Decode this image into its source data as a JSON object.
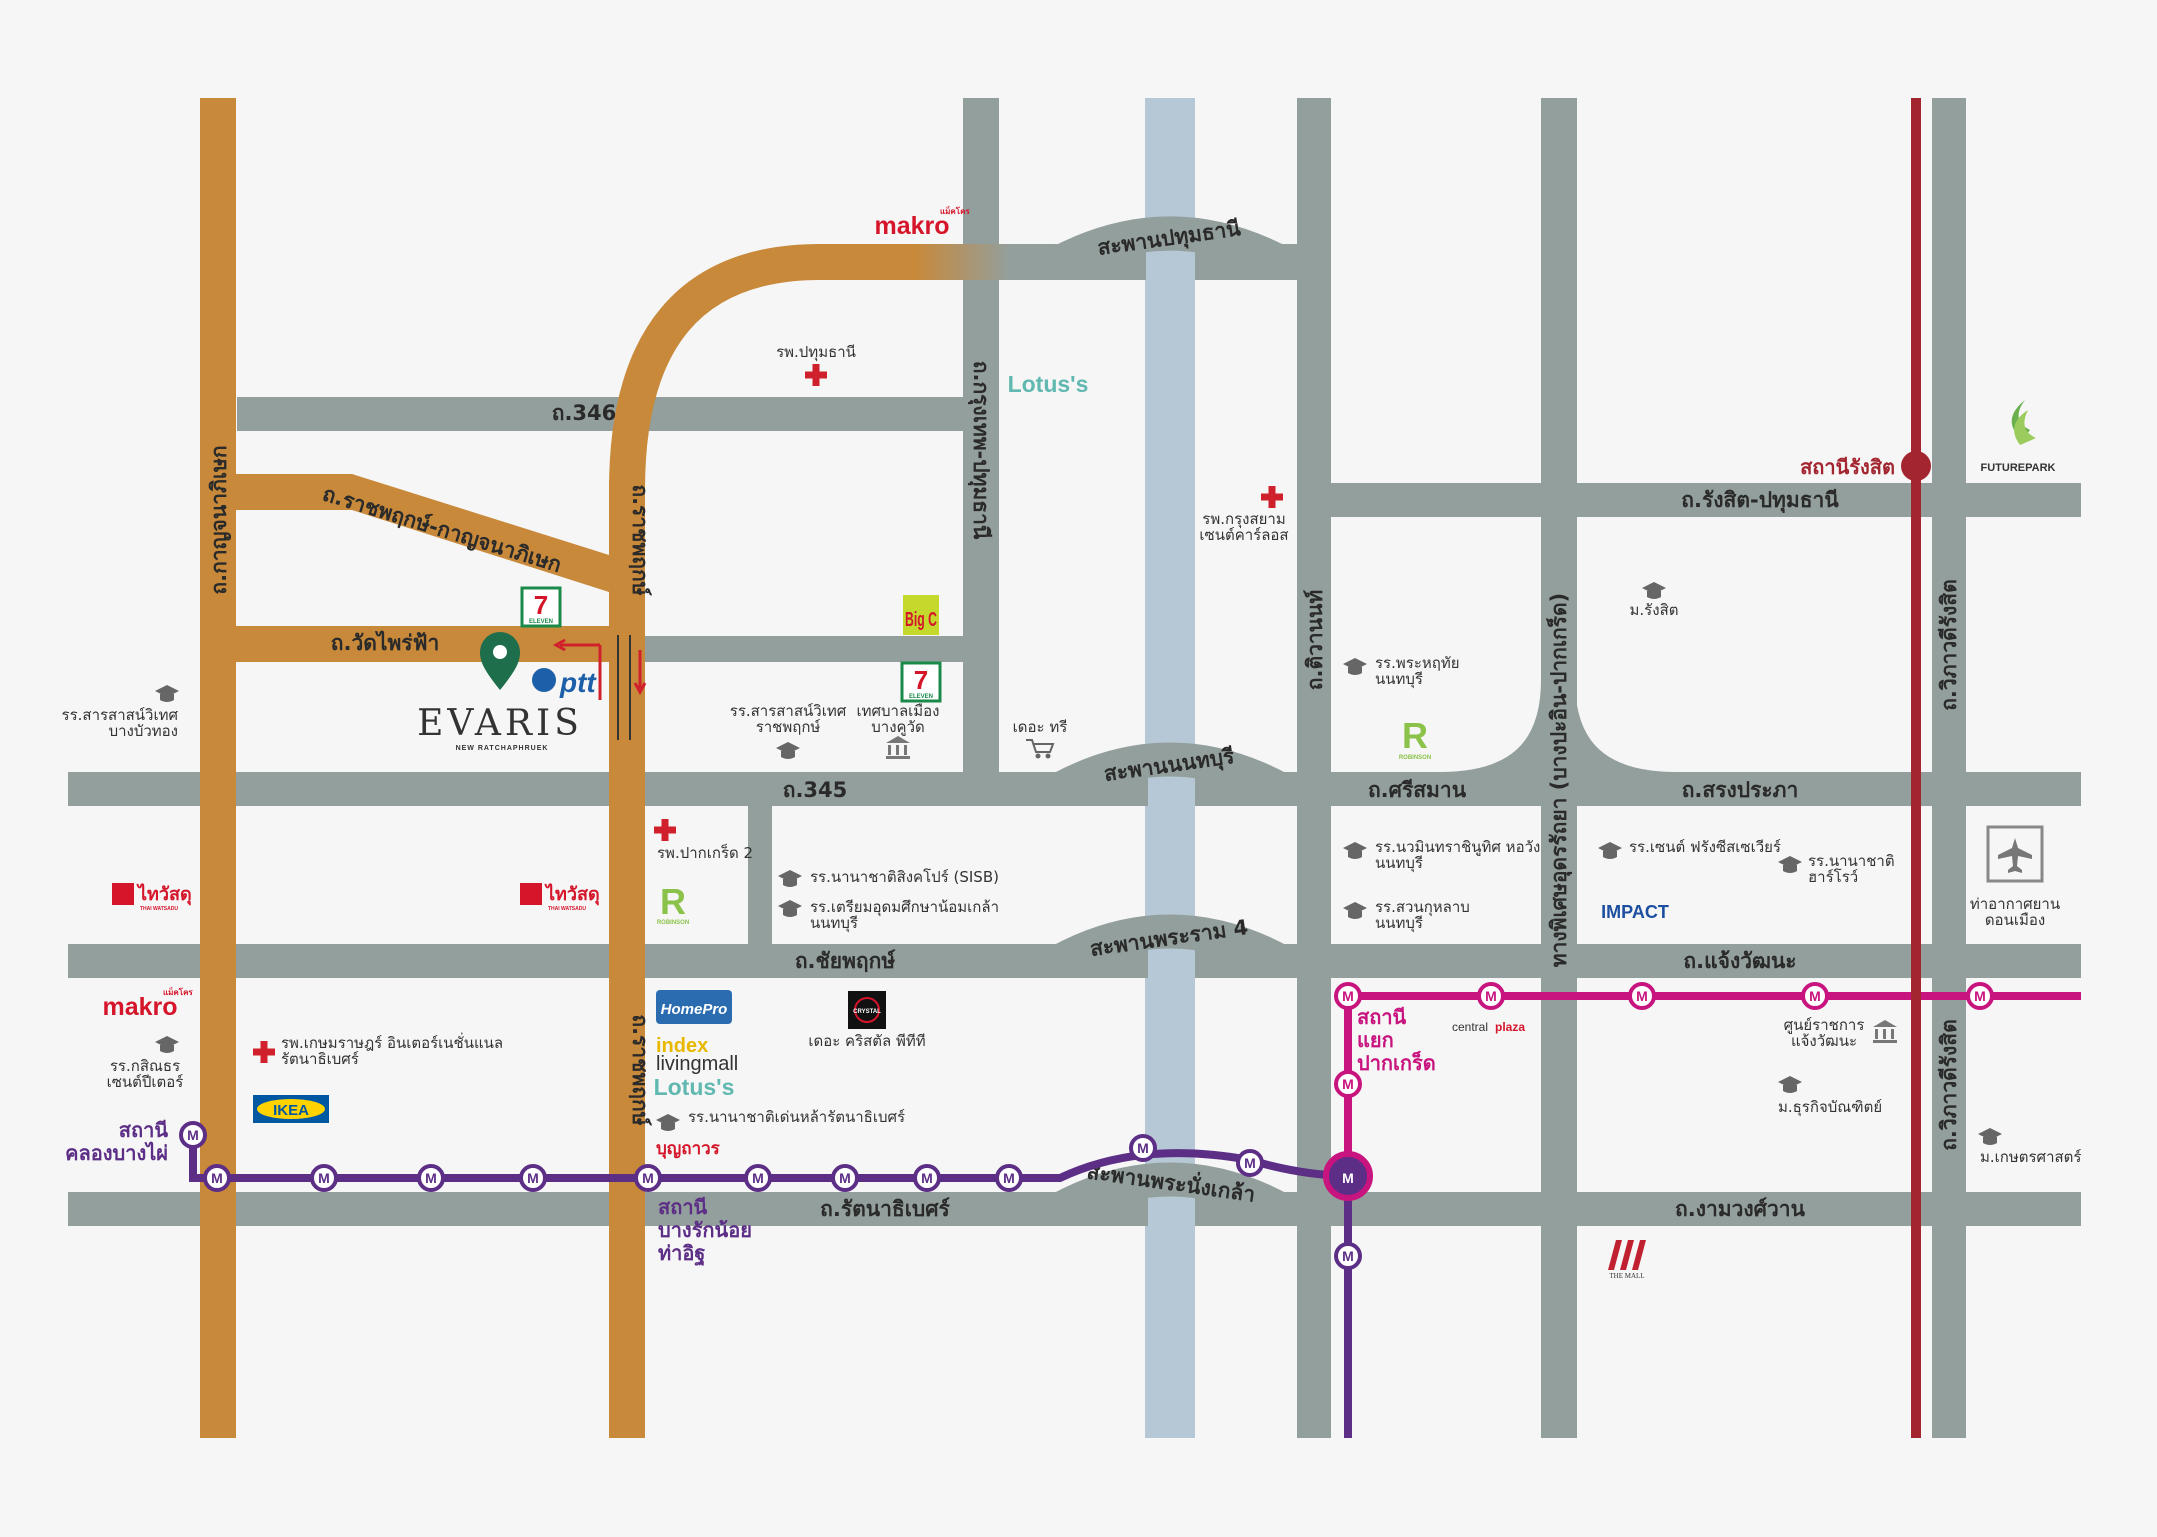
{
  "roads": {
    "r346": "ถ.346",
    "r345": "ถ.345",
    "ratchaphruek_kanchana": "ถ.ราชพฤกษ์-กาญจนาภิเษก",
    "wat_phrai_fa": "ถ.วัดไพร่ฟ้า",
    "kanchanaphisek": "ถ.กาญจนาภิเษก",
    "ratchaphruek_top": "ถ.ราชพฤกษ์",
    "ratchaphruek_bottom": "ถ.ราชพฤกษ์",
    "krungthep_pathum": "ถ.กรุงเทพ-ปทุมธานี",
    "chaiyaphruek": "ถ.ชัยพฤกษ์",
    "rattanathibet": "ถ.รัตนาธิเบศร์",
    "tiwanon": "ถ.ติวานนท์",
    "si_saman": "ถ.ศรีสมาน",
    "songprapa": "ถ.สรงประภา",
    "rangsit_pathum": "ถ.รังสิต-ปทุมธานี",
    "chaeng_watthana": "ถ.แจ้งวัฒนะ",
    "ngamwongwan": "ถ.งามวงศ์วาน",
    "vibhavadi_top": "ถ.วิภาวดีรังสิต",
    "vibhavadi_bottom": "ถ.วิภาวดีรังสิต",
    "expressway": "ทางพิเศษอุดรรัถยา (บางปะอิน-ปากเกร็ด)",
    "bridge_pathum": "สะพานปทุมธานี",
    "bridge_nonthaburi": "สะพานนนทบุรี",
    "bridge_rama4": "สะพานพระราม 4",
    "bridge_nangklao": "สะพานพระนั่งเกล้า"
  },
  "stations": {
    "khlong_bang_phai": [
      "สถานี",
      "คลองบางไผ่"
    ],
    "bang_rak_noi": [
      "สถานี",
      "บางรักน้อย",
      "ท่าอิฐ"
    ],
    "yaek_pakkret": [
      "สถานี",
      "แยก",
      "ปากเกร็ด"
    ],
    "rangsit": "สถานีรังสิต",
    "metro_letter": "M"
  },
  "project": {
    "name": "EVARIS",
    "sub": "NEW RATCHAPHRUEK"
  },
  "brands": {
    "makro": "makro",
    "makro_small": "แม็คโคร",
    "lotus": "Lotus's",
    "ptt": "ptt",
    "bigc": "Big C",
    "seven": "7",
    "seven_sub": "ELEVEN",
    "thaiwatsadu": "ไทวัสดุ",
    "thaiwatsadu_sub": "THAI WATSADU",
    "robinson": "ROBINSON",
    "homepro": "HomePro",
    "index": "index",
    "livingmall": "livingmall",
    "boonthavorn": "บุญถาวร",
    "ikea": "IKEA",
    "crystal": "CRYSTAL",
    "impact": "IMPACT",
    "central_a": "central",
    "central_b": "plaza",
    "themall": "THE MALL",
    "future": "FUTUREPARK"
  },
  "places": {
    "hosp_pathum": "รพ.ปทุมธานี",
    "hosp_krungsiam": [
      "รพ.กรุงสยาม",
      "เซนต์คาร์ลอส"
    ],
    "hosp_pakkret2": "รพ.ปากเกร็ด 2",
    "hosp_kasem": [
      "รพ.เกษมราษฎร์ อินเตอร์เนชั่นแนล",
      "รัตนาธิเบศร์"
    ],
    "sch_saras_bangbuathong": [
      "รร.สารสาสน์วิเทศ",
      "บางบัวทอง"
    ],
    "sch_saras_ratchaphruek": [
      "รร.สารสาสน์วิเทศ",
      "ราชพฤกษ์"
    ],
    "municipality": [
      "เทศบาลเมือง",
      "บางคูวัด"
    ],
    "the_tree": "เดอะ ทรี",
    "sisb": "รร.นานาชาติสิงคโปร์ (SISB)",
    "triam": [
      "รร.เตรียมอุดมศึกษาน้อมเกล้า",
      "นนทบุรี"
    ],
    "crystal_ptt": "เดอะ คริสตัล พีทีที",
    "sch_nanachat_denla": "รร.นานาชาติเด่นหล้ารัตนาธิเบศร์",
    "sch_kasintorn": [
      "รร.กสิณธร",
      "เซนต์ปีเตอร์"
    ],
    "sch_phrahrutai": [
      "รร.พระหฤทัย",
      "นนทบุรี"
    ],
    "sch_navamin": [
      "รร.นวมินทราชินูทิศ หอวัง",
      "นนทบุรี"
    ],
    "sch_suankularb": [
      "รร.สวนกุหลาบ",
      "นนทบุรี"
    ],
    "sch_stfrancis": "รร.เซนต์ ฟรังซีสเซเวียร์",
    "sch_harrow": [
      "รร.นานาชาติ",
      "ฮาร์โรว์"
    ],
    "univ_rangsit": "ม.รังสิต",
    "gov_center": [
      "ศูนย์ราชการ",
      "แจ้งวัฒนะ"
    ],
    "univ_dhurakij": "ม.ธุรกิจบัณฑิตย์",
    "airport": [
      "ท่าอากาศยาน",
      "ดอนเมือง"
    ],
    "univ_kasetsart": "ม.เกษตรศาสตร์"
  },
  "colors": {
    "orange_road": "#c8893a",
    "gray_road": "#939f9c",
    "river": "#b6c8d6",
    "purple_line": "#5c2e86",
    "pink_line": "#c8147e",
    "red_line": "#a32530",
    "pin": "#1e6e4c"
  }
}
